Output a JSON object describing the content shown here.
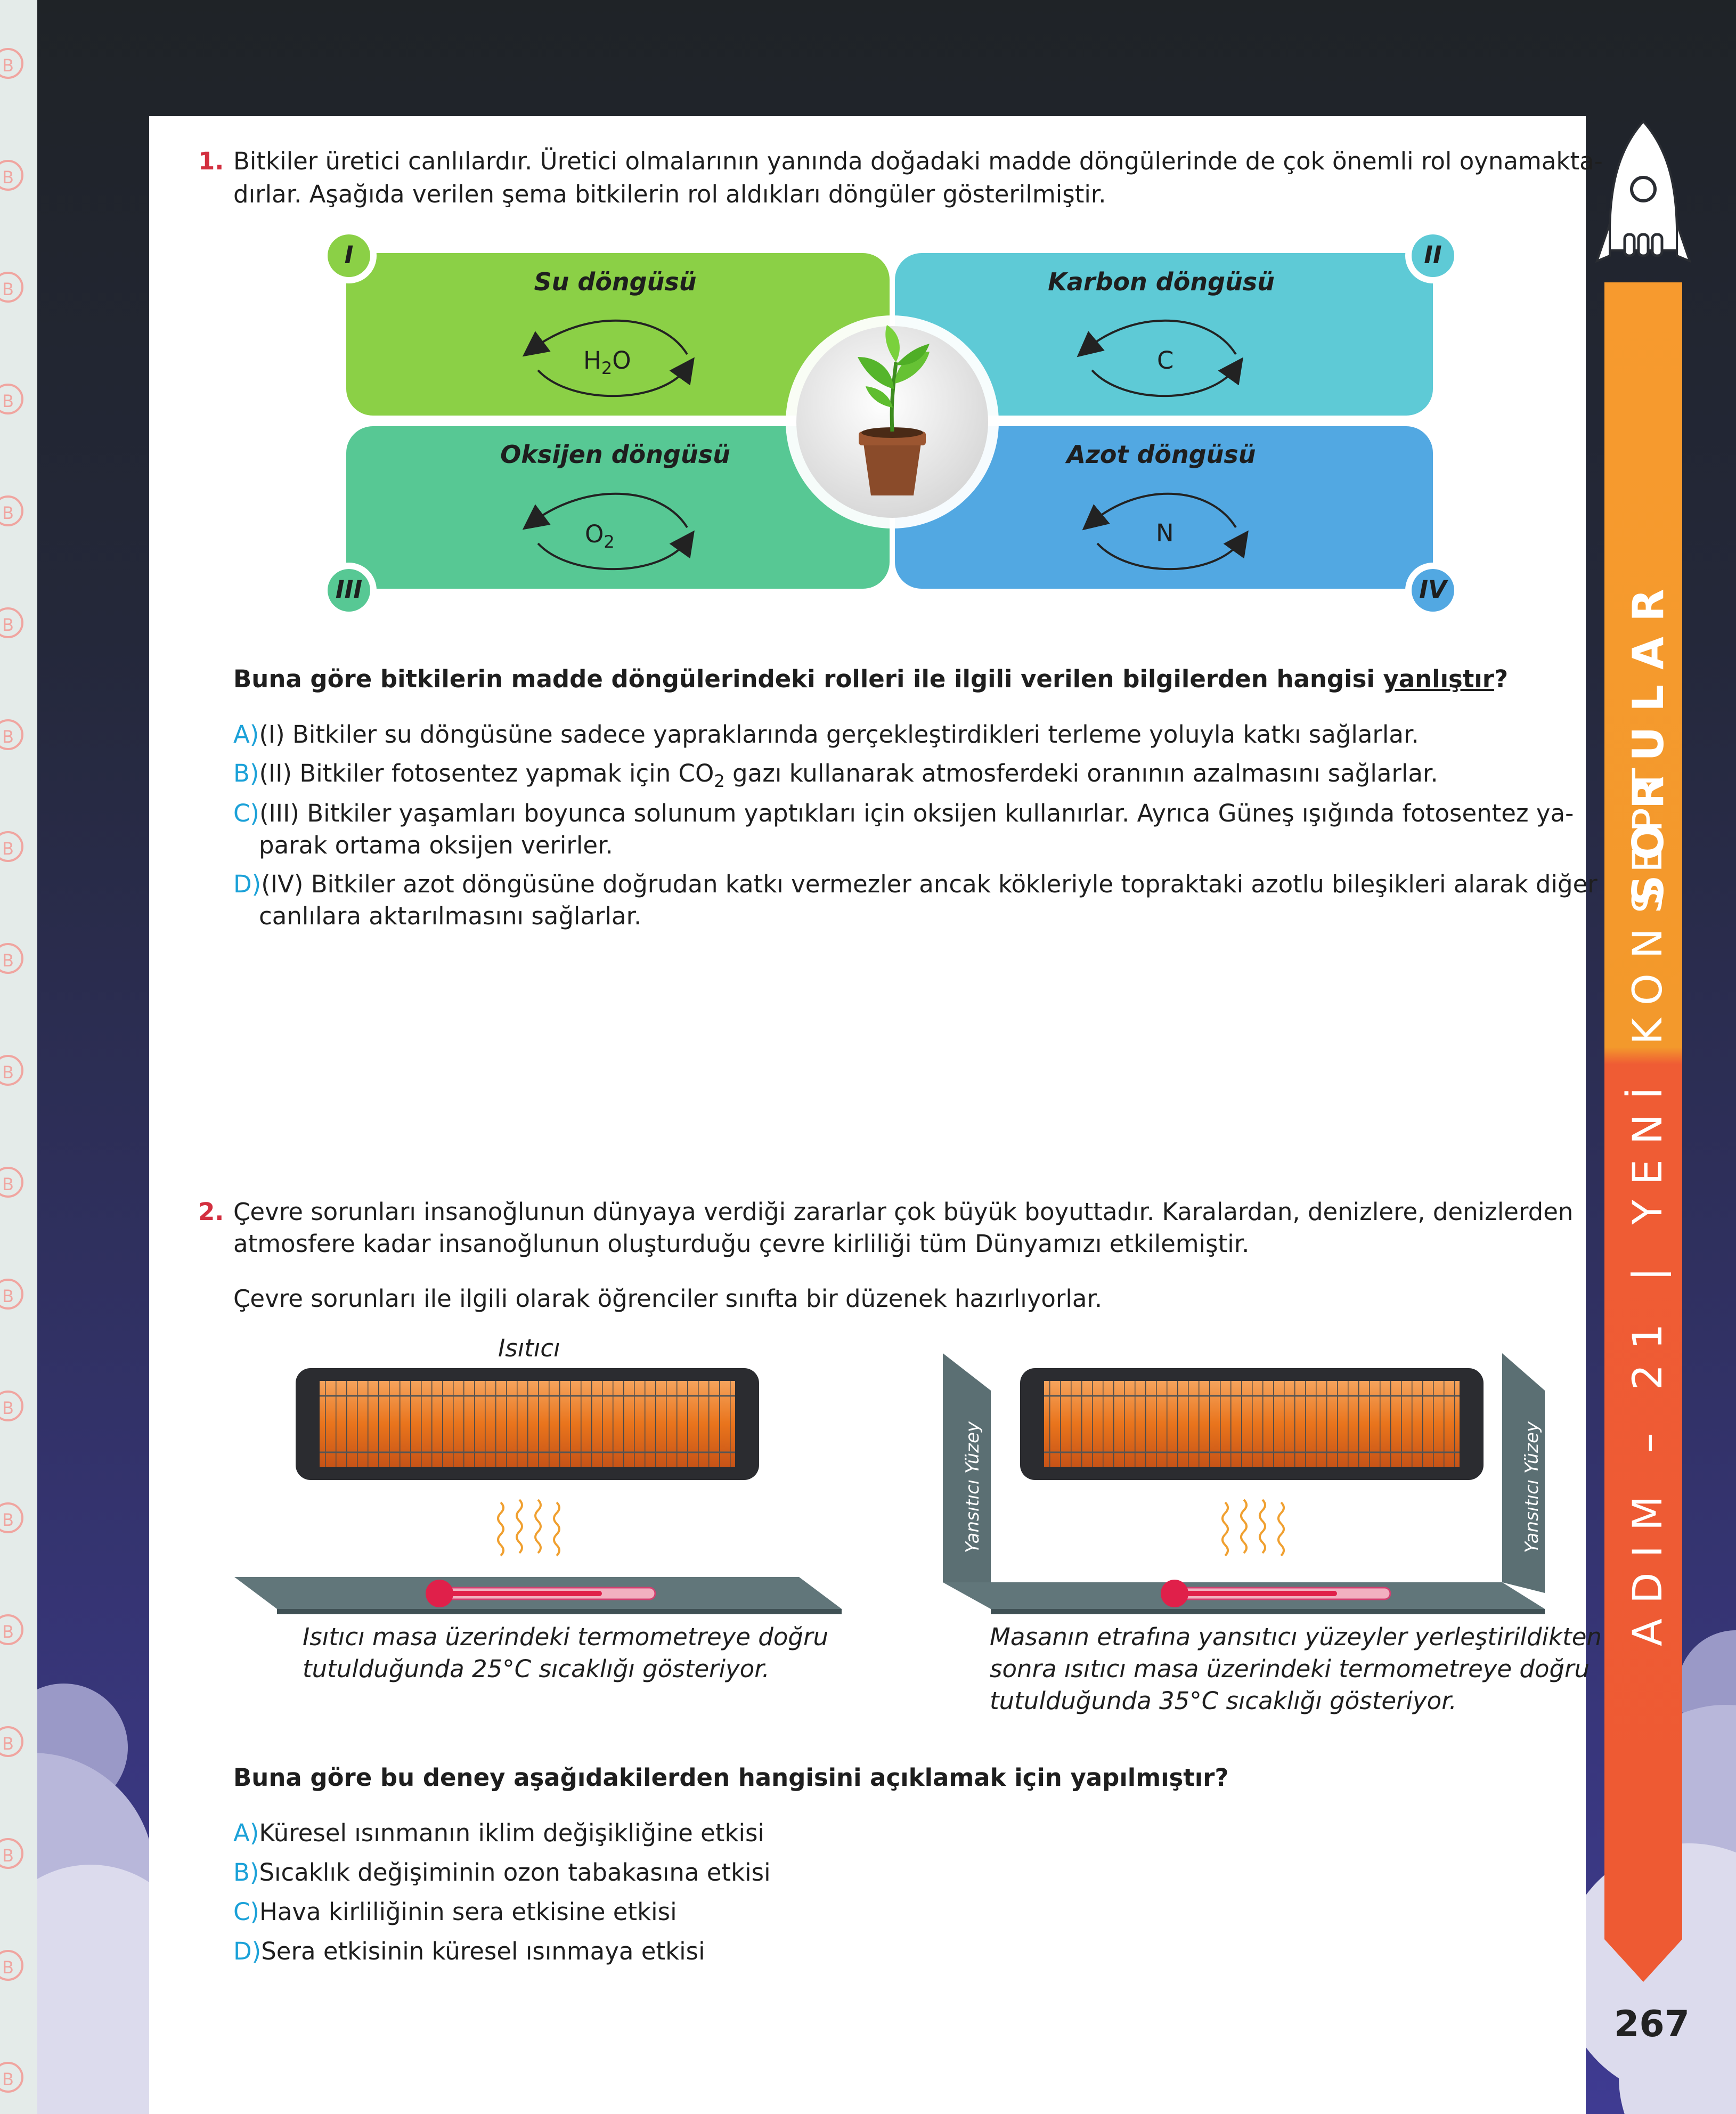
{
  "q1": {
    "number": "1.",
    "line1": "Bitkiler üretici canlılardır. Üretici olmalarının yanında doğadaki madde döngülerinde de çok önemli rol oynamakta-",
    "line2": "dırlar. Aşağıda verilen şema bitkilerin rol aldıkları döngüler gösterilmiştir.",
    "cycles": [
      {
        "roman": "I",
        "title": "Su döngüsü",
        "formula": "H",
        "sub": "2",
        "formula_tail": "O",
        "color": "#8bd046"
      },
      {
        "roman": "II",
        "title": "Karbon döngüsü",
        "formula": "C",
        "sub": "",
        "formula_tail": "",
        "color": "#5ecad6"
      },
      {
        "roman": "III",
        "title": "Oksijen döngüsü",
        "formula": "O",
        "sub": "2",
        "formula_tail": "",
        "color": "#57c894"
      },
      {
        "roman": "IV",
        "title": "Azot döngüsü",
        "formula": "N",
        "sub": "",
        "formula_tail": "",
        "color": "#52a8e2"
      }
    ],
    "question_pre": "Buna göre bitkilerin madde döngülerindeki rolleri ile ilgili verilen bilgilerden hangisi ",
    "question_ul": "yanlıştır",
    "question_post": "?",
    "options": {
      "a_label": "A)",
      "a_text": "(I) Bitkiler su döngüsüne sadece yapraklarında gerçekleştirdikleri terleme yoluyla katkı sağlarlar.",
      "b_label": "B)",
      "b_pre": "(II) Bitkiler fotosentez yapmak için CO",
      "b_sub": "2",
      "b_post": " gazı kullanarak atmosferdeki oranının azalmasını sağlarlar.",
      "c_label": "C)",
      "c_line1": "(III) Bitkiler yaşamları boyunca solunum yaptıkları için  oksijen kullanırlar. Ayrıca  Güneş ışığında fotosentez ya-",
      "c_line2": "parak ortama oksijen verirler.",
      "d_label": "D)",
      "d_line1": "(IV) Bitkiler azot döngüsüne doğrudan katkı vermezler ancak kökleriyle topraktaki azotlu bileşikleri alarak diğer",
      "d_line2": "canlılara aktarılmasını sağlarlar."
    }
  },
  "q2": {
    "number": "2.",
    "line1": "Çevre sorunları insanoğlunun dünyaya verdiği zararlar çok büyük boyuttadır. Karalardan, denizlere, denizlerden",
    "line2": "atmosfere kadar insanoğlunun oluşturduğu çevre kirliliği tüm Dünyamızı etkilemiştir.",
    "line3": "Çevre sorunları ile ilgili olarak öğrenciler sınıfta bir düzenek hazırlıyorlar.",
    "heater_label": "Isıtıcı",
    "reflective_label": "Yansıtıcı Yüzey",
    "caption_left_1": "Isıtıcı masa üzerindeki termometreye doğru",
    "caption_left_2": "tutulduğunda 25°C sıcaklığı gösteriyor.",
    "caption_right_1": "Masanın etrafına yansıtıcı yüzeyler yerleştirildikten",
    "caption_right_2": "sonra ısıtıcı masa üzerindeki termometreye doğru",
    "caption_right_3": "tutulduğunda 35°C sıcaklığı gösteriyor.",
    "question": "Buna göre bu deney aşağıdakilerden hangisini açıklamak için yapılmıştır?",
    "options": [
      {
        "label": "A)",
        "text": "Küresel ısınmanın iklim değişikliğine etkisi"
      },
      {
        "label": "B)",
        "text": "Sıcaklık değişiminin ozon tabakasına etkisi"
      },
      {
        "label": "C)",
        "text": "Hava kirliliğinin sera etkisine etkisi"
      },
      {
        "label": "D)",
        "text": "Sera etkisinin küresel ısınmaya etkisi"
      }
    ]
  },
  "side": {
    "upper": "SORULAR",
    "lower": "ADIM – 21 | YENİ KONSEPT"
  },
  "page_number": "267",
  "logo_letter": "B"
}
